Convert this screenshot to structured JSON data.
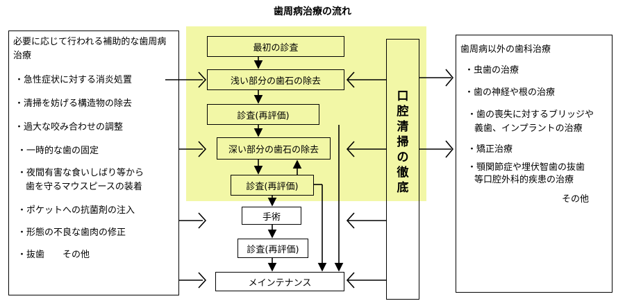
{
  "title": "歯周病治療の流れ",
  "left_panel": {
    "heading": "必要に応じて行われる補助的な歯周病治療",
    "items": [
      "・急性症状に対する消炎処置",
      "・清掃を妨げる構造物の除去",
      "・過大な咬み合わせの調整",
      "・一時的な歯の固定",
      "・夜間有害な食いしばり等から",
      "歯を守るマウスピースの装着",
      "・ポケットへの抗菌剤の注入",
      "・形態の不良な歯肉の修正",
      "・抜歯　　その他"
    ]
  },
  "flow": {
    "step1": "最初の診査",
    "step2": "浅い部分の歯石の除去",
    "step3": "診査(再評価)",
    "step4": "深い部分の歯石の除去",
    "step5": "診査(再評価)",
    "step6": "手術",
    "step7": "診査(再評価)",
    "step8": "メインテナンス"
  },
  "oral_cleaning": "口腔清掃の徹底",
  "right_panel": {
    "heading": "歯周病以外の歯科治療",
    "items": [
      "・虫歯の治療",
      "・歯の神経や根の治療",
      "・歯の喪失に対するブリッジや",
      "義歯、インプラントの治療",
      "・矯正治療",
      "・顎関節症や埋伏智歯の抜歯",
      "等口腔外科的疾患の治療",
      "その他"
    ]
  },
  "colors": {
    "highlight": "#f2f7a6",
    "line": "#000000"
  }
}
